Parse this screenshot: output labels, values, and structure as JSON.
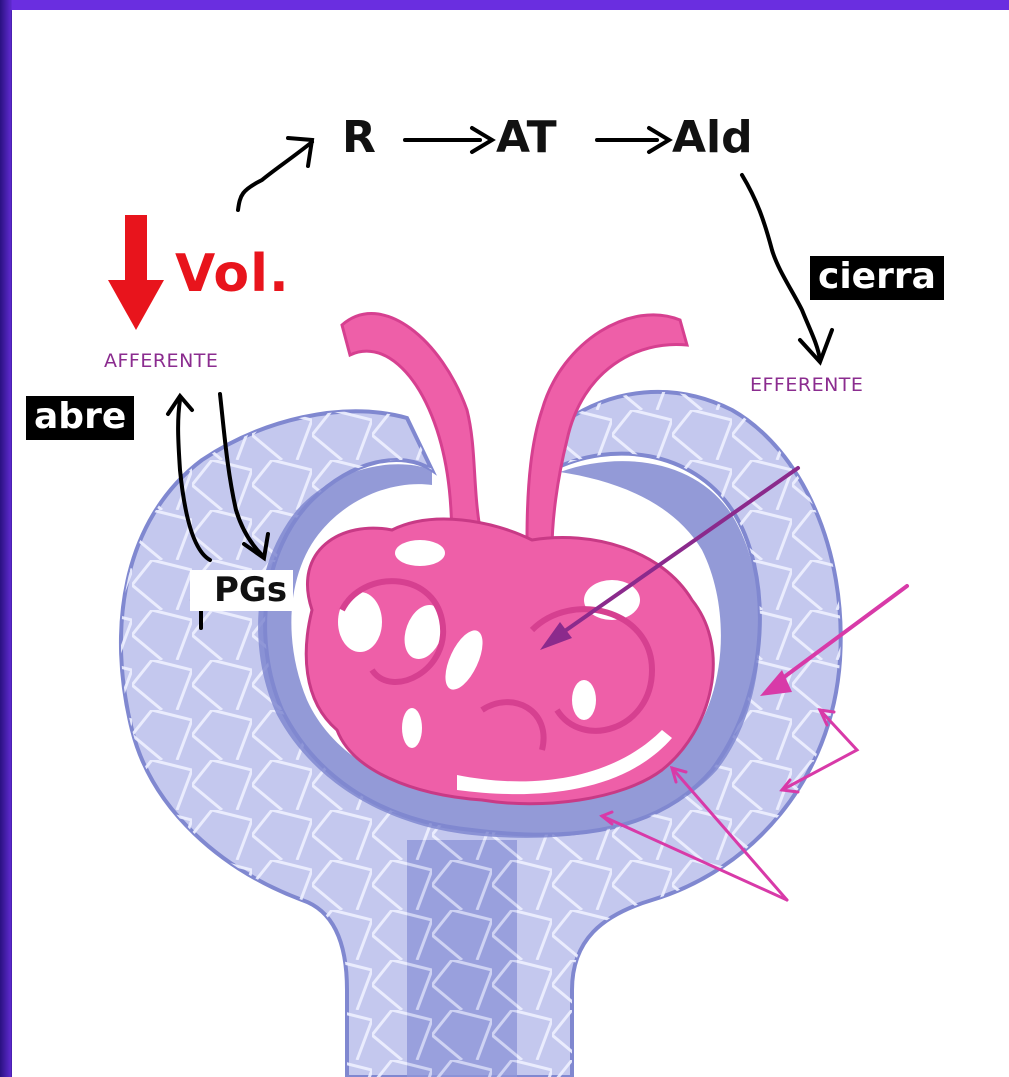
{
  "flow": {
    "r": "R",
    "at": "AT",
    "ald": "Ald"
  },
  "volume": {
    "label": "Vol."
  },
  "vessels": {
    "afferent": "AFFERENTE",
    "efferent": "EFFERENTE"
  },
  "actions": {
    "open": "abre",
    "close": "cierra"
  },
  "prostaglandins": {
    "label": "PGs"
  },
  "colors": {
    "background_frame": "#5a28c8",
    "capillary": "#ee5fa8",
    "capsule_light": "#c4c8ee",
    "capsule_dark": "#8088d0",
    "volume_red": "#e8141c",
    "annotation_magenta": "#d83aa8"
  },
  "icons": [
    "down-arrow-icon",
    "up-arrow-icon",
    "curved-arrow-icon",
    "pointer-arrow-icon"
  ]
}
